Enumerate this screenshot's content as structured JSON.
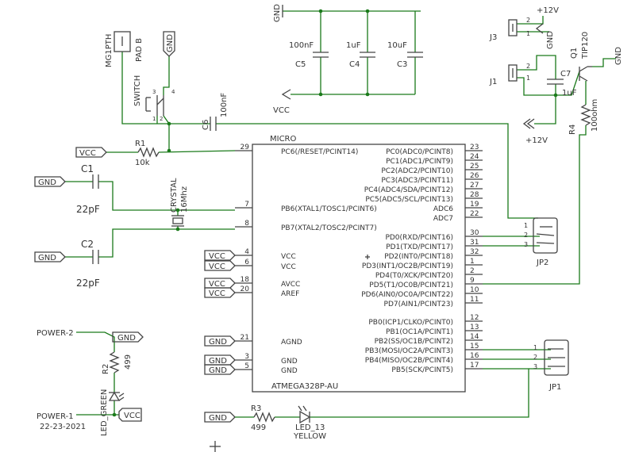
{
  "mcu": {
    "name": "MICRO",
    "part": "ATMEGA328P-AU",
    "left_pins": [
      {
        "num": "29",
        "label": "PC6(/RESET/PCINT14)"
      },
      {
        "num": "7",
        "label": "PB6(XTAL1/TOSC1/PCINT6)"
      },
      {
        "num": "8",
        "label": "PB7(XTAL2/TOSC2/PCINT7)"
      },
      {
        "num": "4",
        "label": "VCC"
      },
      {
        "num": "6",
        "label": "VCC"
      },
      {
        "num": "18",
        "label": "AVCC"
      },
      {
        "num": "20",
        "label": "AREF"
      },
      {
        "num": "21",
        "label": "AGND"
      },
      {
        "num": "3",
        "label": "GND"
      },
      {
        "num": "5",
        "label": "GND"
      }
    ],
    "right_pins": [
      {
        "num": "23",
        "label": "PC0(ADC0/PCINT8)"
      },
      {
        "num": "24",
        "label": "PC1(ADC1/PCINT9)"
      },
      {
        "num": "25",
        "label": "PC2(ADC2/PCINT10)"
      },
      {
        "num": "26",
        "label": "PC3(ADC3/PCINT11)"
      },
      {
        "num": "27",
        "label": "PC4(ADC4/SDA/PCINT12)"
      },
      {
        "num": "28",
        "label": "PC5(ADC5/SCL/PCINT13)"
      },
      {
        "num": "19",
        "label": "ADC6"
      },
      {
        "num": "22",
        "label": "ADC7"
      },
      {
        "num": "30",
        "label": "PD0(RXD/PCINT16)"
      },
      {
        "num": "31",
        "label": "PD1(TXD/PCINT17)"
      },
      {
        "num": "32",
        "label": "PD2(INT0/PCINT18)"
      },
      {
        "num": "1",
        "label": "PD3(INT1/OC2B/PCINT19)"
      },
      {
        "num": "2",
        "label": "PD4(T0/XCK/PCINT20)"
      },
      {
        "num": "9",
        "label": "PD5(T1/OC0B/PCINT21)"
      },
      {
        "num": "10",
        "label": "PD6(AIN0/OC0A/PCINT22)"
      },
      {
        "num": "11",
        "label": "PD7(AIN1/PCINT23)"
      },
      {
        "num": "12",
        "label": "PB0(ICP1/CLKO/PCINT0)"
      },
      {
        "num": "13",
        "label": "PB1(OC1A/PCINT1)"
      },
      {
        "num": "14",
        "label": "PB2(SS/OC1B/PCINT2)"
      },
      {
        "num": "15",
        "label": "PB3(MOSI/OC2A/PCINT3)"
      },
      {
        "num": "16",
        "label": "PB4(MISO/OC2B/PCINT4)"
      },
      {
        "num": "17",
        "label": "PB5(SCK/PCINT5)"
      }
    ]
  },
  "ports": {
    "vcc": "VCC",
    "gnd": "GND"
  },
  "components": {
    "r1": {
      "name": "R1",
      "value": "10k"
    },
    "c1": {
      "name": "C1",
      "value": "22pF"
    },
    "c2": {
      "name": "C2",
      "value": "22pF"
    },
    "crystal": {
      "name": "CRYSTAL",
      "value": "16Mhz"
    },
    "c6": {
      "name": "C6",
      "value": "100nF"
    },
    "switch": {
      "name": "SWITCH",
      "p1": "1",
      "p2": "2",
      "p3": "3",
      "p4": "4"
    },
    "mg1": {
      "name": "MG1PTH",
      "value": "PAD B"
    },
    "c5": {
      "name": "C5",
      "value": "100nF"
    },
    "c4": {
      "name": "C4",
      "value": "1uF"
    },
    "c3": {
      "name": "C3",
      "value": "10uF"
    },
    "vcc_net": "VCC",
    "gnd_net": "GND",
    "j3": {
      "name": "J3",
      "pin1": "1",
      "pin2": "2",
      "net_top": "+12V",
      "net_gnd": "GND"
    },
    "j1": {
      "name": "J1",
      "pin1": "1",
      "pin2": "2"
    },
    "c7": {
      "name": "C7",
      "value": "1uF"
    },
    "q1": {
      "name": "Q1",
      "value": "TIP120",
      "gnd": "GND"
    },
    "r4": {
      "name": "R4",
      "value": "100ohm"
    },
    "plus12": "+12V",
    "jp2": {
      "name": "JP2",
      "pins": [
        "1",
        "2",
        "3"
      ]
    },
    "jp1": {
      "name": "JP1",
      "pins": [
        "1",
        "2",
        "3"
      ]
    },
    "r2": {
      "name": "R2",
      "value": "499"
    },
    "led_green": {
      "name": "LED_GREEN"
    },
    "power2": "POWER-2",
    "power1": "POWER-1",
    "date": "22-23-2021",
    "r3": {
      "name": "R3",
      "value": "499"
    },
    "led13": {
      "name": "LED_13",
      "value": "YELLOW"
    }
  }
}
